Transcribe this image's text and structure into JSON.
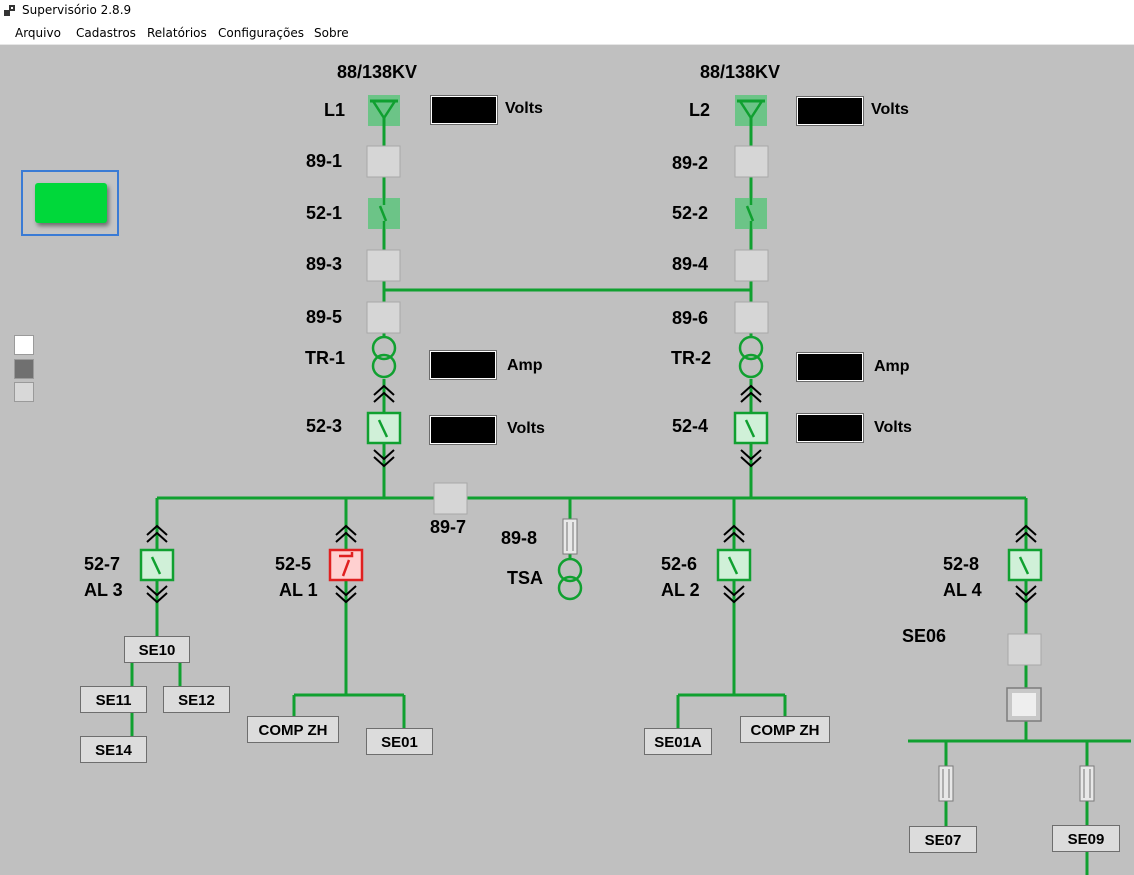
{
  "window": {
    "title": "Supervisório 2.8.9"
  },
  "menu": {
    "arquivo": "Arquivo",
    "cadastros": "Cadastros",
    "relatorios": "Relatórios",
    "configuracoes": "Configurações",
    "sobre": "Sobre"
  },
  "labels": {
    "voltage_left": "88/138KV",
    "voltage_right": "88/138KV",
    "l1": "L1",
    "l2": "L2",
    "s89_1": "89-1",
    "s89_2": "89-2",
    "b52_1": "52-1",
    "b52_2": "52-2",
    "s89_3": "89-3",
    "s89_4": "89-4",
    "s89_5": "89-5",
    "s89_6": "89-6",
    "tr1": "TR-1",
    "tr2": "TR-2",
    "b52_3": "52-3",
    "b52_4": "52-4",
    "s89_7": "89-7",
    "s89_8": "89-8",
    "tsa": "TSA",
    "b52_7": "52-7",
    "al3": "AL 3",
    "b52_5": "52-5",
    "al1": "AL 1",
    "b52_6": "52-6",
    "al2": "AL 2",
    "b52_8": "52-8",
    "al4": "AL 4",
    "se06": "SE06"
  },
  "units": {
    "volts": "Volts",
    "amp": "Amp"
  },
  "substations": {
    "se10": "SE10",
    "se11": "SE11",
    "se12": "SE12",
    "se14": "SE14",
    "comp_zh_1": "COMP ZH",
    "se01": "SE01",
    "se01a": "SE01A",
    "comp_zh_2": "COMP ZH",
    "se07": "SE07",
    "se09": "SE09"
  },
  "colors": {
    "line": "#10a030",
    "closed": "#6cc487",
    "open": "#e02020",
    "disconnector": "#d6d6d6",
    "background": "#c0c0c0"
  }
}
